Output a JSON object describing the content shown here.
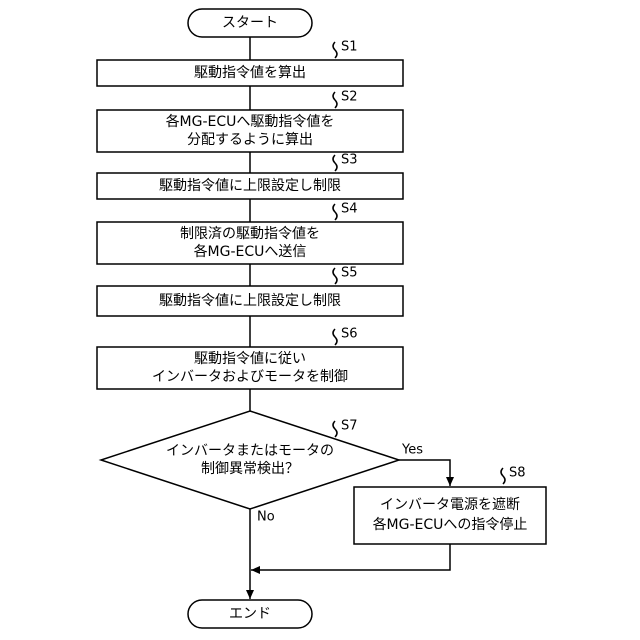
{
  "start": {
    "label": "スタート"
  },
  "end": {
    "label": "エンド"
  },
  "steps": [
    {
      "id": "S1",
      "lines": [
        "駆動指令値を算出"
      ]
    },
    {
      "id": "S2",
      "lines": [
        "各MG-ECUへ駆動指令値を",
        "分配するように算出"
      ]
    },
    {
      "id": "S3",
      "lines": [
        "駆動指令値に上限設定し制限"
      ]
    },
    {
      "id": "S4",
      "lines": [
        "制限済の駆動指令値を",
        "各MG-ECUへ送信"
      ]
    },
    {
      "id": "S5",
      "lines": [
        "駆動指令値に上限設定し制限"
      ]
    },
    {
      "id": "S6",
      "lines": [
        "駆動指令値に従い",
        "インバータおよびモータを制御"
      ]
    }
  ],
  "decision": {
    "id": "S7",
    "lines": [
      "インバータまたはモータの",
      "制御異常検出？"
    ],
    "yes": "Yes",
    "no": "No"
  },
  "action": {
    "id": "S8",
    "lines": [
      "インバータ電源を遮断",
      "各MG-ECUへの指令停止"
    ]
  }
}
